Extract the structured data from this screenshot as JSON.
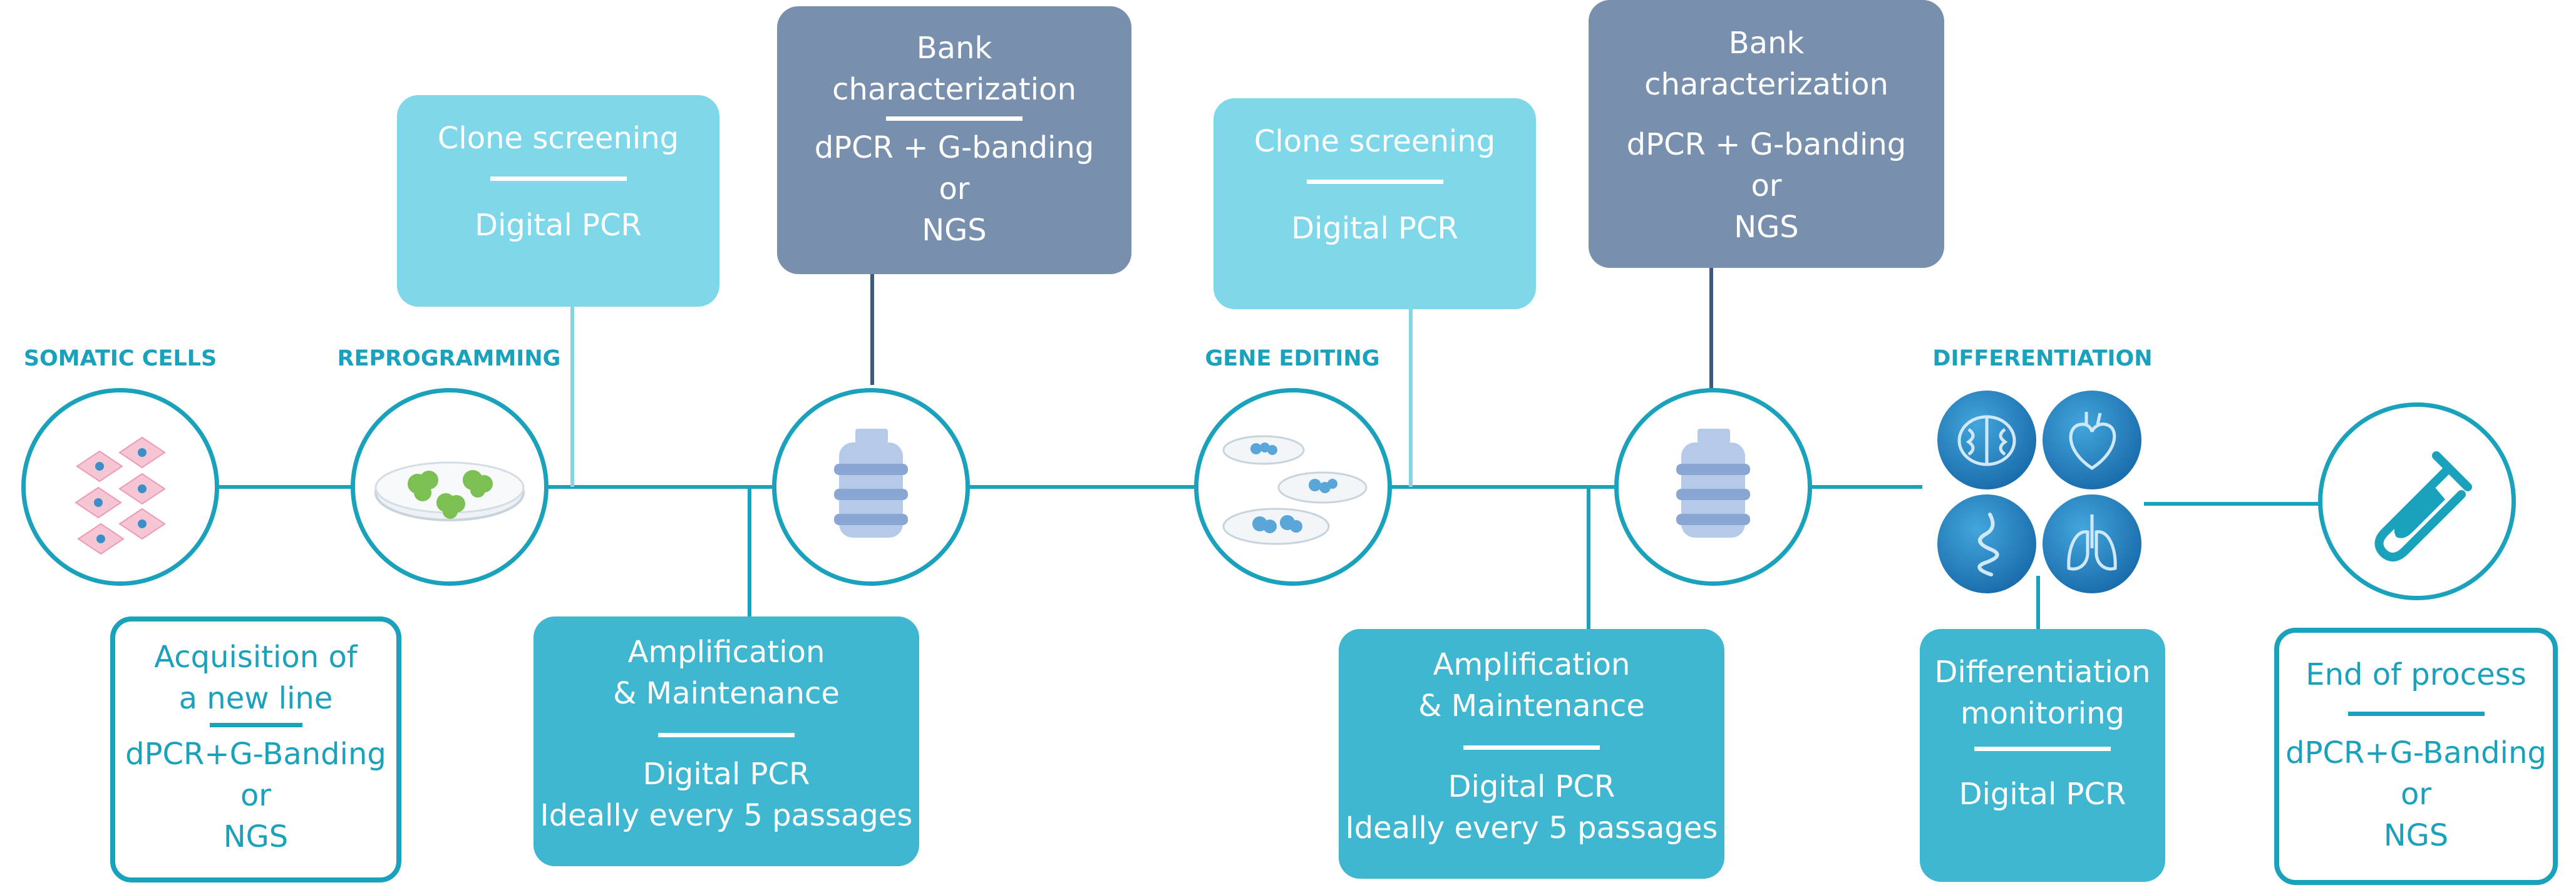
{
  "labels": {
    "somatic": "SOMATIC CELLS",
    "reprogramming": "REPROGRAMMING",
    "gene_editing": "GENE EDITING",
    "differentiation": "DIFFERENTIATION"
  },
  "boxes": {
    "clone1": {
      "title": "Clone screening",
      "body": "Digital PCR"
    },
    "bank1": {
      "title_1": "Bank",
      "title_2": "characterization",
      "body_1": "dPCR + G-banding",
      "body_2": "or",
      "body_3": "NGS"
    },
    "clone2": {
      "title": "Clone screening",
      "body": "Digital PCR"
    },
    "bank2": {
      "title_1": "Bank",
      "title_2": "characterization",
      "body_1": "dPCR + G-banding",
      "body_2": "or",
      "body_3": "NGS"
    },
    "acquisition": {
      "title_1": "Acquisition of",
      "title_2": "a new line",
      "body_1": "dPCR+G-Banding",
      "body_2": "or",
      "body_3": "NGS"
    },
    "amp1": {
      "title_1": "Amplification",
      "title_2": "& Maintenance",
      "body_1": "Digital PCR",
      "body_2": "Ideally every 5 passages"
    },
    "amp2": {
      "title_1": "Amplification",
      "title_2": "& Maintenance",
      "body_1": "Digital PCR",
      "body_2": "Ideally every 5 passages"
    },
    "diffmon": {
      "title_1": "Differentiation",
      "title_2": "monitoring",
      "body": "Digital PCR"
    },
    "end": {
      "title": "End of process",
      "body_1": "dPCR+G-Banding",
      "body_2": "or",
      "body_3": "NGS"
    }
  },
  "icons": {
    "somatic": "somatic-cells-icon",
    "reprogramming": "petri-dish-icon",
    "bank1": "cryo-bank-icon",
    "gene_editing": "petri-dishes-icon",
    "bank2": "cryo-bank-icon",
    "organs": [
      "brain-icon",
      "heart-icon",
      "intestine-icon",
      "lungs-icon"
    ],
    "end": "test-tube-icon"
  },
  "colors": {
    "line": "#1aa1bc",
    "light_box": "#7fd8ea",
    "dark_box": "#7890ad",
    "mid_box": "#3fb7d1",
    "dark_connector": "#3d5a7a"
  }
}
